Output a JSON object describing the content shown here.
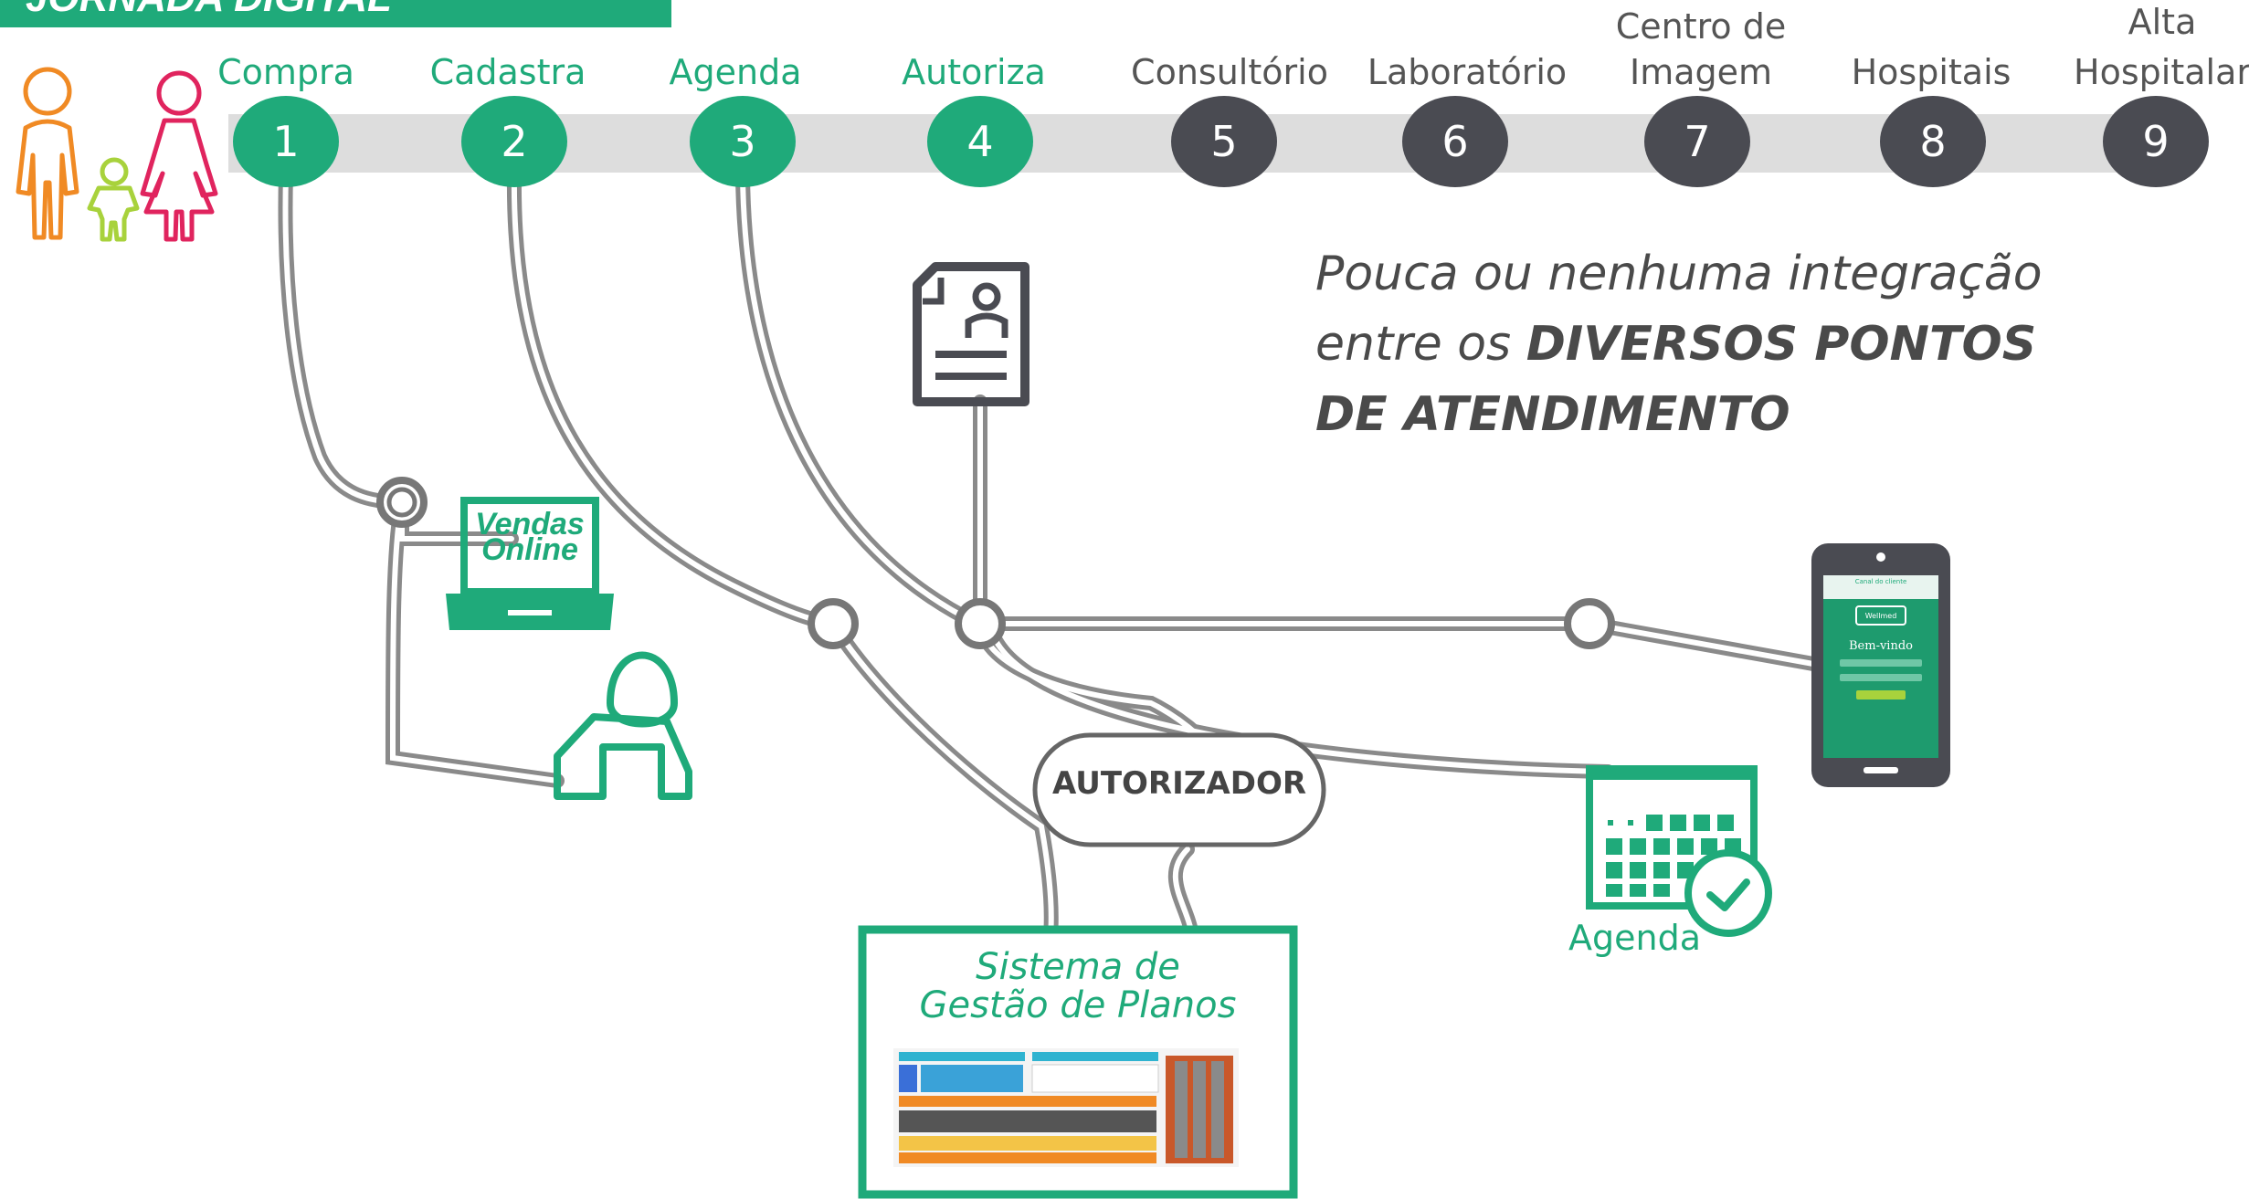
{
  "header": {
    "title": "JORNADA DIGITAL"
  },
  "steps": [
    {
      "number": "1",
      "label": "Compra"
    },
    {
      "number": "2",
      "label": "Cadastra"
    },
    {
      "number": "3",
      "label": "Agenda"
    },
    {
      "number": "4",
      "label": "Autoriza"
    },
    {
      "number": "5",
      "label": "Consultório"
    },
    {
      "number": "6",
      "label": "Laboratório"
    },
    {
      "number": "7",
      "label_line1": "Centro de",
      "label_line2": "Imagem"
    },
    {
      "number": "8",
      "label": "Hospitais"
    },
    {
      "number": "9",
      "label_line1": "Alta",
      "label_line2": "Hospitalar"
    }
  ],
  "quote": {
    "line1": "Pouca ou nenhuma integração",
    "line2_prefix": "entre os ",
    "line2_bold": "DIVERSOS PONTOS",
    "line3_bold": "DE ATENDIMENTO"
  },
  "nodes": {
    "vendas_online": "Vendas Online",
    "autorizador": "AUTORIZADOR",
    "agenda": "Agenda",
    "sistema_line1": "Sistema de",
    "sistema_line2": "Gestão de Planos"
  },
  "phone": {
    "title": "Canal do cliente",
    "brand": "Wellmed",
    "welcome": "Bem-vindo"
  },
  "colors": {
    "green": "#1faa7a",
    "dark_grey": "#4a4b52",
    "track_grey": "#dddddd",
    "cable_grey": "#8a8a8a",
    "orange": "#f08a24",
    "pink": "#e0245e",
    "lime": "#a8d23c"
  },
  "icons": [
    "family-icon",
    "laptop-icon",
    "person-icon",
    "document-icon",
    "phone-icon",
    "calendar-icon",
    "check-icon"
  ]
}
